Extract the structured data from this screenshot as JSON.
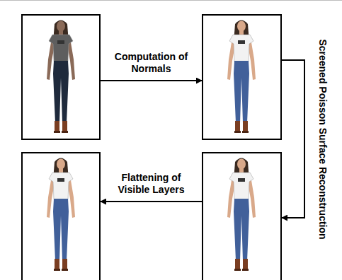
{
  "diagram": {
    "nodes": [
      {
        "text": []
      },
      {
        "text": []
      },
      {
        "text": []
      },
      {
        "text": []
      }
    ],
    "edges": [
      {
        "from": 0,
        "to": 1,
        "arrow": "to",
        "label": "Computation of Normals"
      },
      {
        "from": 1,
        "to": 3,
        "arrow": "to",
        "label": "Screened Poisson Surface Reconstruction"
      },
      {
        "from": 3,
        "to": 2,
        "arrow": "to",
        "label": "Flattening of Visible Layers"
      }
    ]
  }
}
